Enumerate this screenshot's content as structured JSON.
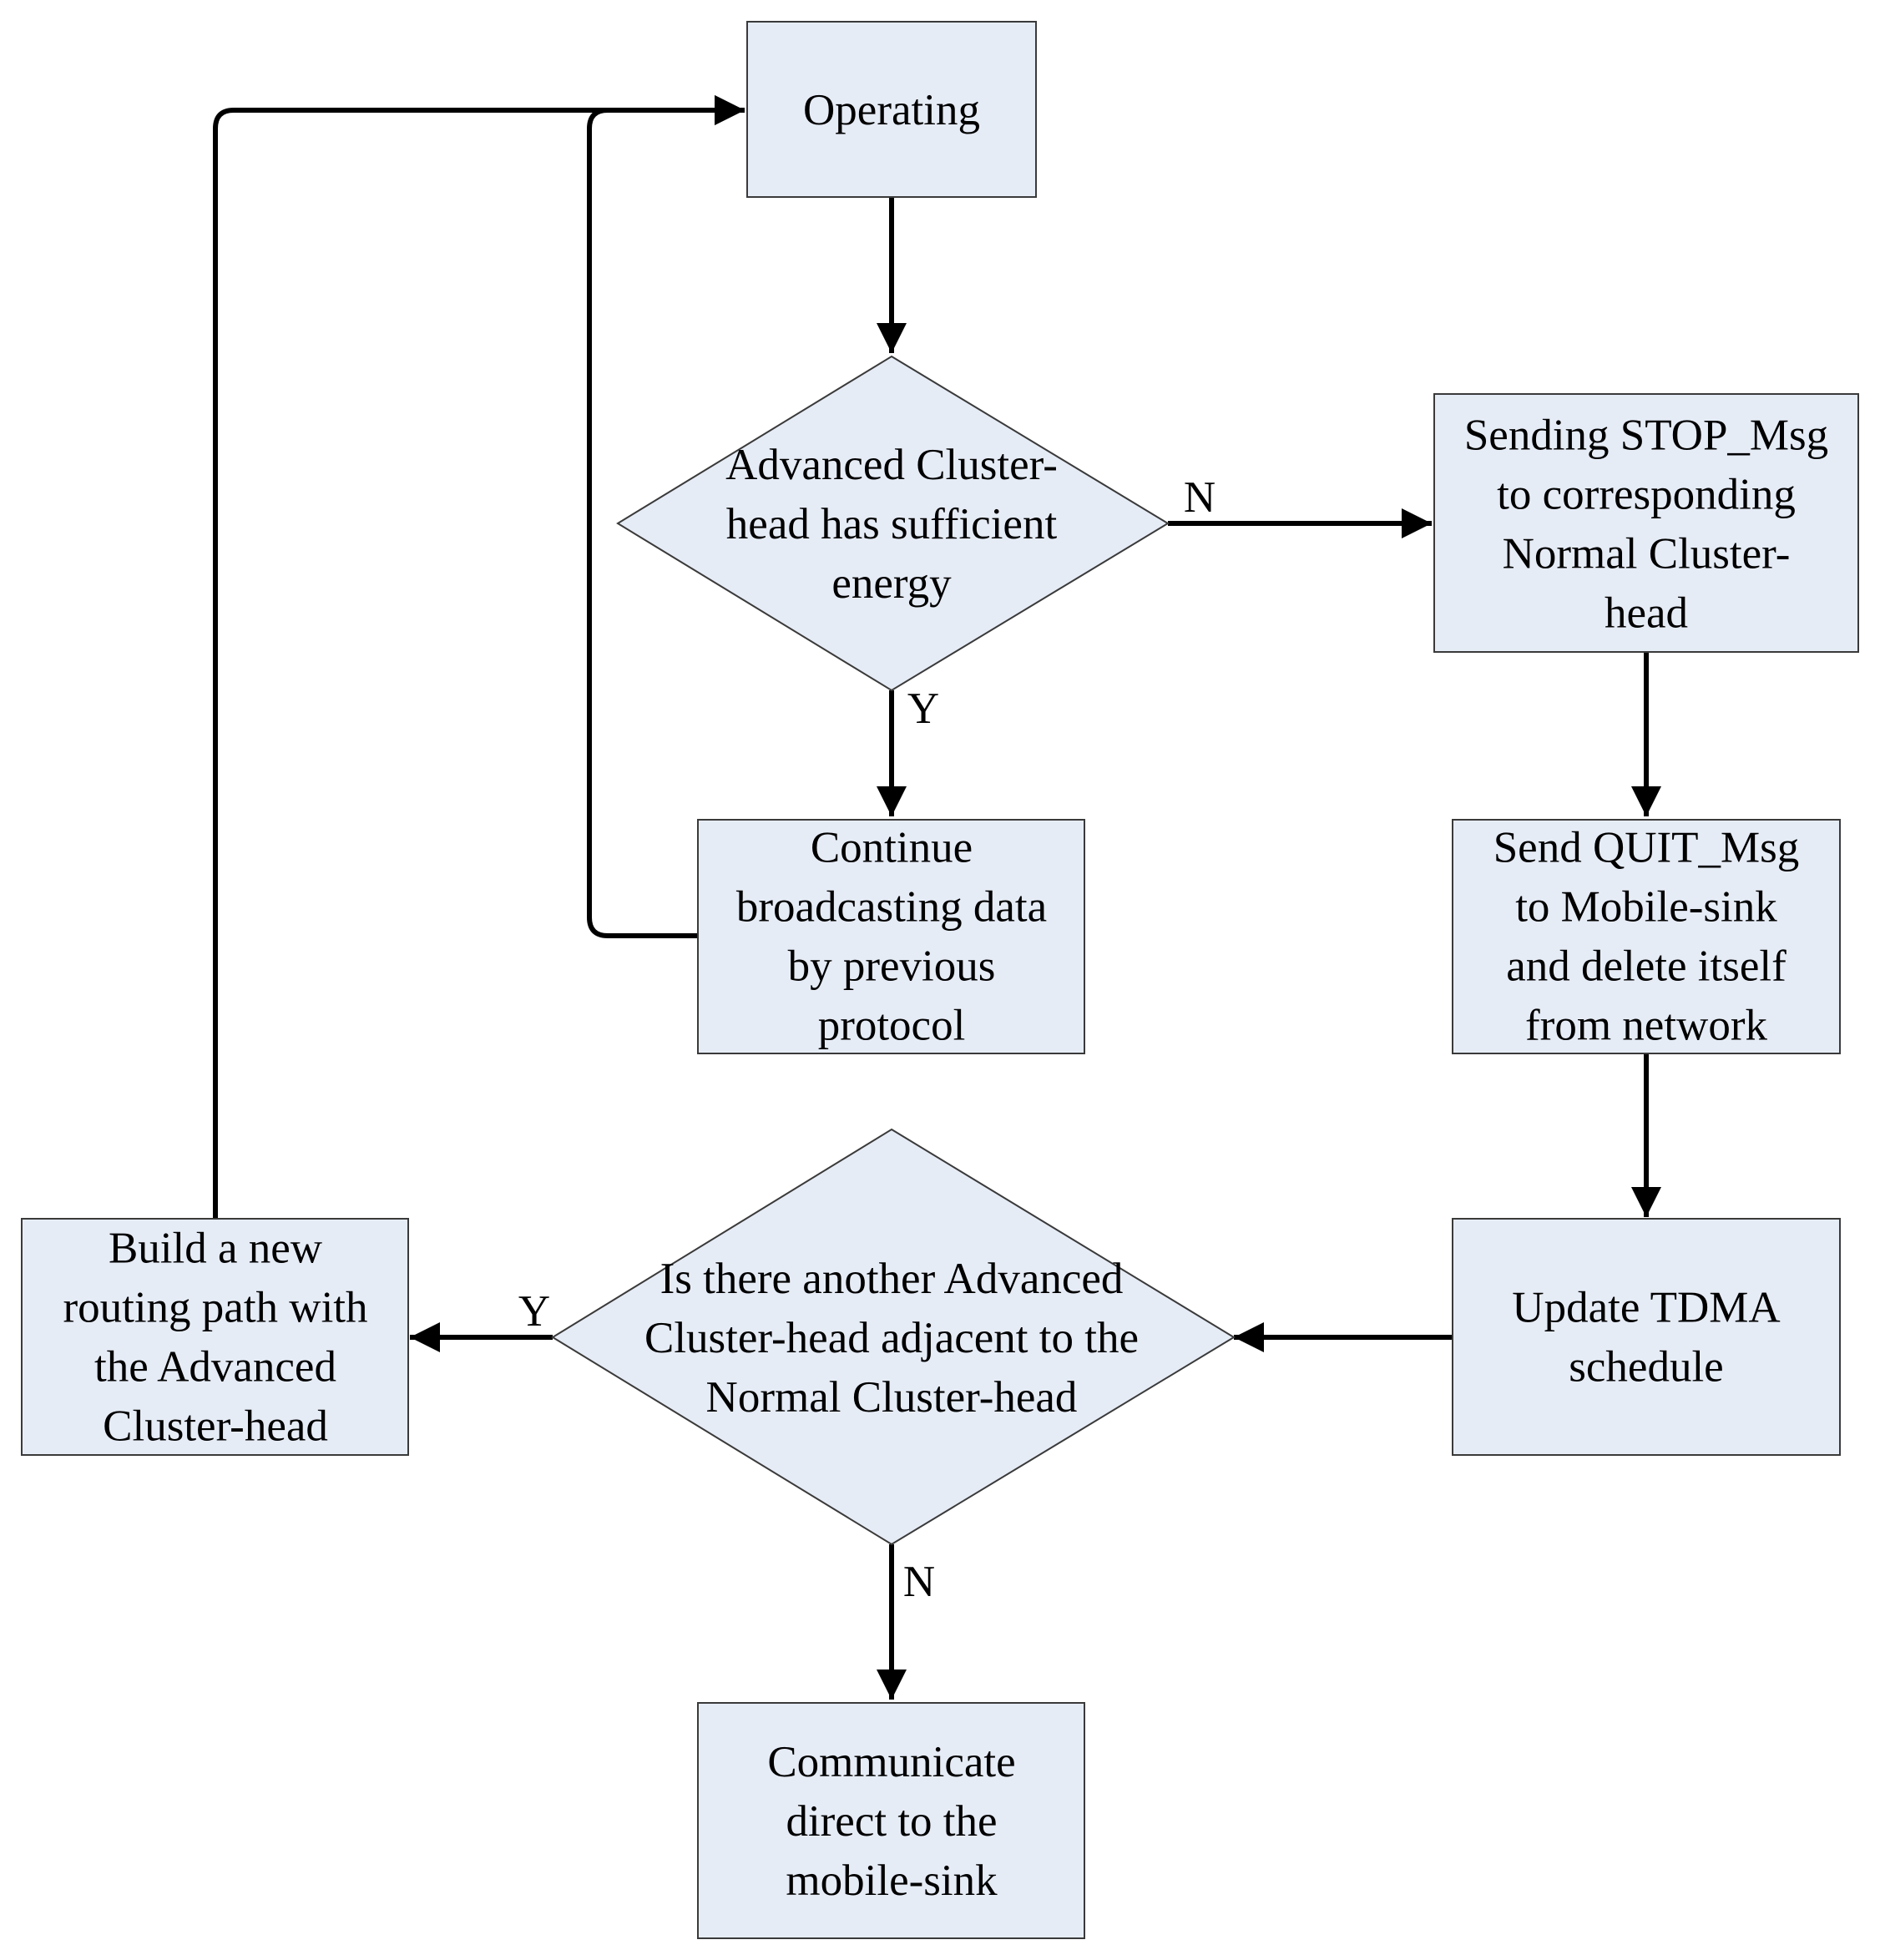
{
  "nodes": {
    "operating": [
      "Operating"
    ],
    "energy_check": [
      "Advanced Cluster-",
      "head has sufficient",
      "energy"
    ],
    "stop_msg": [
      "Sending STOP_Msg",
      "to corresponding",
      "Normal Cluster-",
      "head"
    ],
    "continue": [
      "Continue",
      "broadcasting data",
      "by previous",
      "protocol"
    ],
    "quit_msg": [
      "Send QUIT_Msg",
      "to Mobile-sink",
      "and delete itself",
      "from network"
    ],
    "build_path": [
      "Build a new",
      "routing path with",
      "the Advanced",
      "Cluster-head"
    ],
    "adjacent_check": [
      "Is there another Advanced",
      "Cluster-head adjacent to the",
      "Normal Cluster-head"
    ],
    "update_tdma": [
      "Update TDMA",
      "schedule"
    ],
    "communicate": [
      "Communicate",
      "direct to the",
      "mobile-sink"
    ]
  },
  "edge_labels": {
    "energy_no": "N",
    "energy_yes": "Y",
    "adjacent_yes": "Y",
    "adjacent_no": "N"
  },
  "colors": {
    "node_fill": "#e6ecf6",
    "node_stroke": "#3a3a3a",
    "edge": "#000000"
  }
}
